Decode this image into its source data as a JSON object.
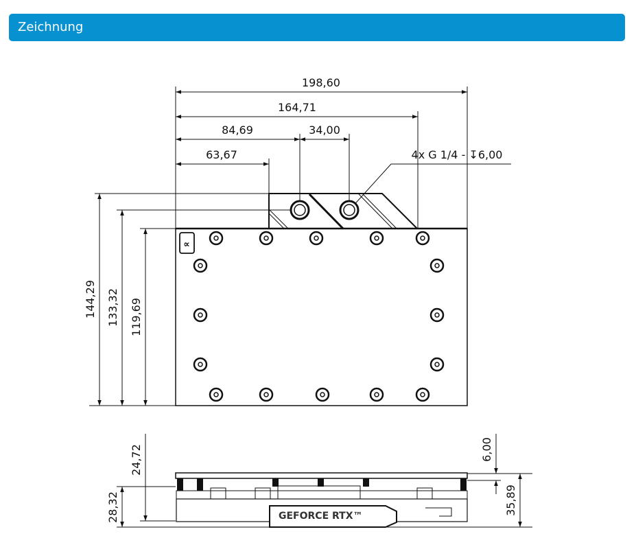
{
  "header": {
    "title": "Zeichnung",
    "color": "#0891d0"
  },
  "top_view": {
    "dimensions_horizontal": [
      "198,60",
      "164,71",
      "84,69",
      "34,00",
      "63,67"
    ],
    "dimensions_vertical": [
      "144,29",
      "133,32",
      "119,69"
    ],
    "port_callout": "4x G 1/4 - ↧6,00"
  },
  "side_view": {
    "dimensions": [
      "24,72",
      "28,32",
      "6,00",
      "35,89"
    ],
    "card_label": "GEFORCE RTX™"
  }
}
